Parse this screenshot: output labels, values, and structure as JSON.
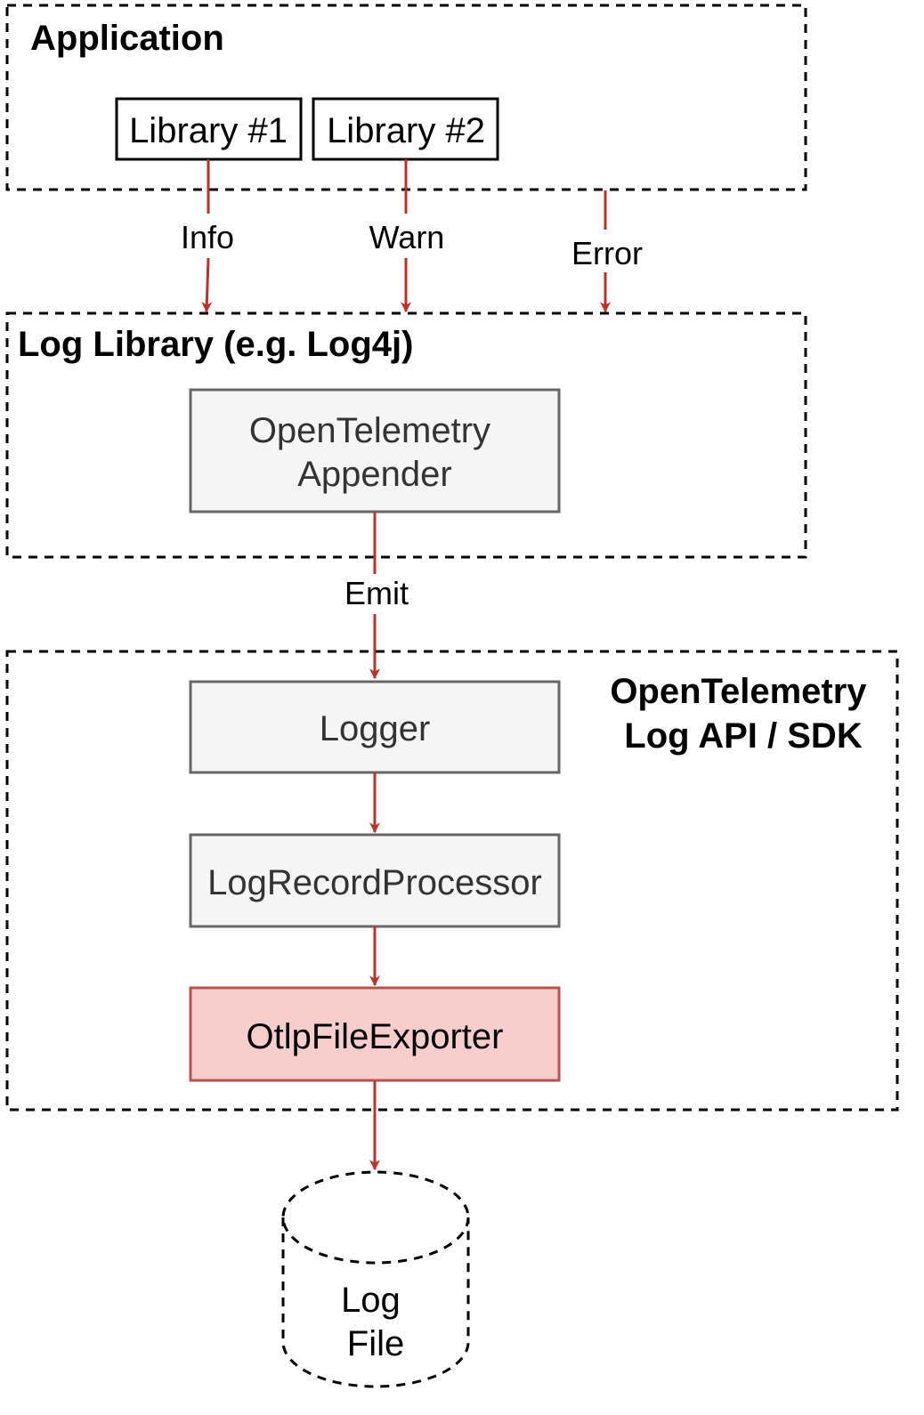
{
  "groups": {
    "application": {
      "title": "Application"
    },
    "log_library": {
      "title": "Log Library (e.g. Log4j)"
    },
    "otel_sdk": {
      "title_line1": "OpenTelemetry",
      "title_line2": "Log API / SDK"
    }
  },
  "nodes": {
    "library1": "Library #1",
    "library2": "Library #2",
    "appender_line1": "OpenTelemetry",
    "appender_line2": "Appender",
    "logger": "Logger",
    "processor": "LogRecordProcessor",
    "exporter": "OtlpFileExporter",
    "logfile_line1": "Log",
    "logfile_line2": "File"
  },
  "edges": {
    "info": "Info",
    "warn": "Warn",
    "error": "Error",
    "emit": "Emit"
  },
  "colors": {
    "edge": "#c0302b",
    "node_fill": "#f5f5f5",
    "node_stroke": "#666666",
    "exporter_fill": "#f8cecc",
    "exporter_stroke": "#b85450"
  }
}
